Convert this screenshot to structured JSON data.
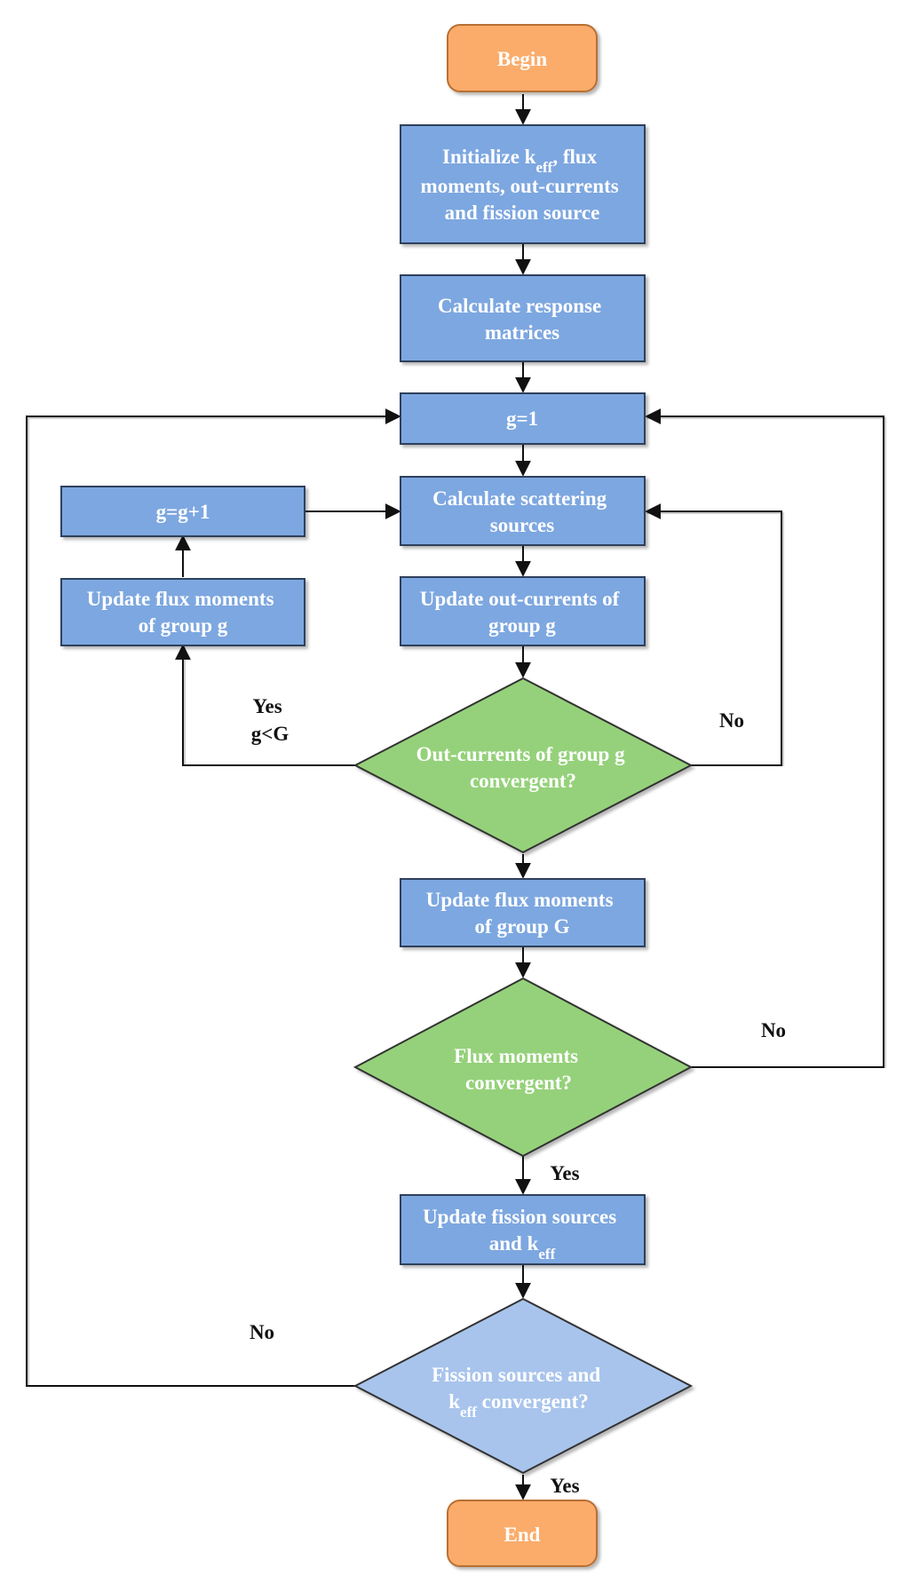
{
  "colors": {
    "terminal": "#fbac6b",
    "terminal_border": "#b86f33",
    "process": "#7da7e0",
    "process_border": "#2e3f5c",
    "decision": "#95d17a",
    "decision_light": "#a8c4ec",
    "decision_border": "#333333"
  },
  "nodes": {
    "begin": {
      "lines": [
        "Begin"
      ]
    },
    "init": {
      "lines": [
        "Initialize k",
        "eff",
        ", flux",
        "moments, out-currents",
        "and fission source"
      ]
    },
    "response": {
      "lines": [
        "Calculate response",
        "matrices"
      ]
    },
    "g1": {
      "lines": [
        "g=1"
      ]
    },
    "gplus": {
      "lines": [
        "g=g+1"
      ]
    },
    "scatter": {
      "lines": [
        "Calculate scattering",
        "sources"
      ]
    },
    "upd_flux_g": {
      "lines": [
        "Update flux moments",
        "of group g"
      ]
    },
    "upd_out_g": {
      "lines": [
        "Update out-currents of",
        "group g"
      ]
    },
    "dec_out": {
      "lines": [
        "Out-currents of group g",
        "convergent?"
      ]
    },
    "upd_flux_G": {
      "lines": [
        "Update flux moments",
        "of group G"
      ]
    },
    "dec_flux": {
      "lines": [
        "Flux moments",
        "convergent?"
      ]
    },
    "upd_fission": {
      "lines": [
        "Update fission sources",
        "and k",
        "eff"
      ]
    },
    "dec_fission": {
      "lines": [
        "Fission sources and",
        "k",
        "eff",
        " convergent?"
      ]
    },
    "end": {
      "lines": [
        "End"
      ]
    }
  },
  "edge_labels": {
    "yes_g_lt_G": [
      "Yes",
      "g<G"
    ],
    "no_out": "No",
    "no_flux": "No",
    "yes_flux": "Yes",
    "no_fission": "No",
    "yes_fission": "Yes"
  }
}
